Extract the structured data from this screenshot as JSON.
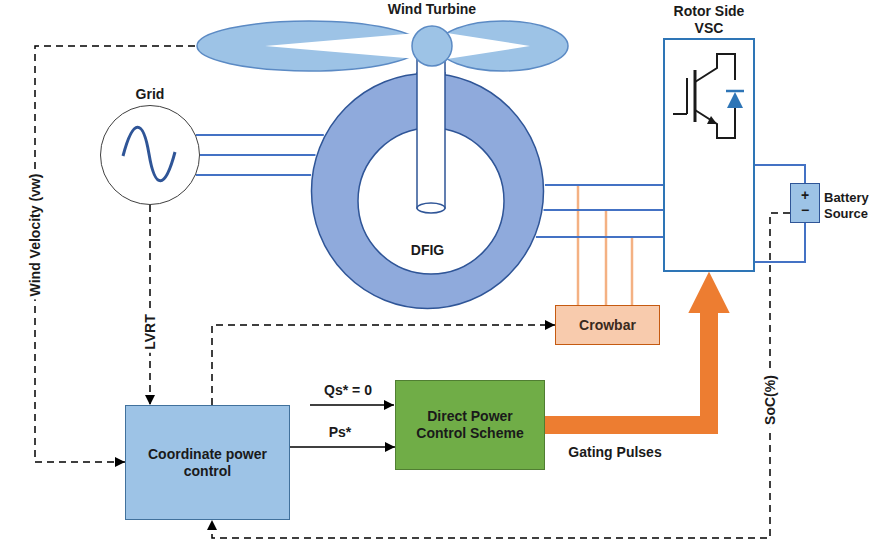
{
  "diagram": {
    "nodes": [
      {
        "text": [
          "Wind Turbine"
        ]
      },
      {
        "text": [
          "Grid"
        ]
      },
      {
        "text": [
          "DFIG"
        ]
      },
      {
        "text": [
          "Rotor Side VSC"
        ]
      },
      {
        "text": [
          "+",
          "−",
          "Battery Source"
        ]
      },
      {
        "text": [
          "Crowbar"
        ]
      },
      {
        "text": [
          "Coordinate power control"
        ]
      },
      {
        "text": [
          "Direct Power Control Scheme"
        ]
      }
    ],
    "edges": [
      {
        "from": 0,
        "to": 6,
        "arrow": "to",
        "label": "Wind Velocity (vw)"
      },
      {
        "from": 1,
        "to": 6,
        "arrow": "to",
        "label": "LVRT"
      },
      {
        "from": 1,
        "to": 2,
        "arrow": "none"
      },
      {
        "from": 2,
        "to": 3,
        "arrow": "none"
      },
      {
        "from": 3,
        "to": 4,
        "arrow": "none"
      },
      {
        "from": 6,
        "to": 5,
        "arrow": "to"
      },
      {
        "from": 6,
        "to": 7,
        "arrow": "to",
        "label": "Ps*"
      },
      {
        "from": 7,
        "to": 3,
        "arrow": "to",
        "label": "Gating Pulses"
      },
      {
        "from": 4,
        "to": 6,
        "arrow": "to",
        "label": "SoC(%)"
      }
    ],
    "labels": [
      "Qs* = 0"
    ]
  }
}
